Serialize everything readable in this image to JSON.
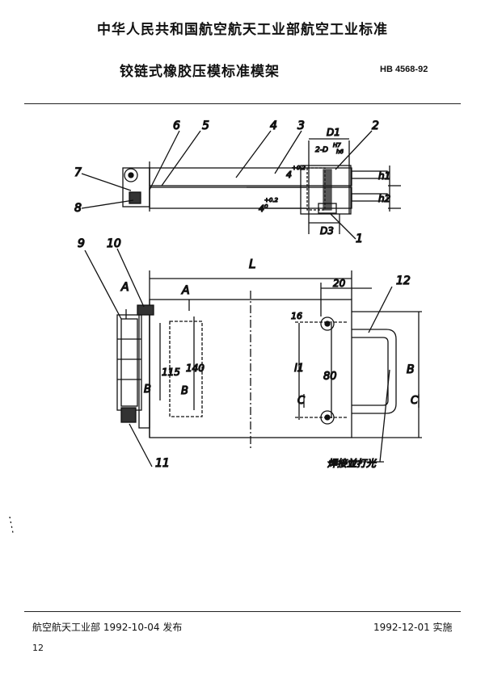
{
  "header": {
    "organization": "中华人民共和国航空航天工业部航空工业标准",
    "title": "铰链式橡胶压模标准模架",
    "code": "HB 4568-92"
  },
  "drawing": {
    "part_numbers": [
      "1",
      "2",
      "3",
      "4",
      "5",
      "6",
      "7",
      "8",
      "9",
      "10",
      "11",
      "12"
    ],
    "labels": {
      "D1": "D1",
      "D3": "D3",
      "h1": "h1",
      "h2": "h2",
      "bore": "2-D",
      "tol_h7": "H7",
      "tol_h6": "h6",
      "dim_4_top": "4",
      "dim_4_bot": "4",
      "tol_plus": "+0.2",
      "tol_zero": "0",
      "L": "L",
      "B": "B",
      "l1": "l1",
      "d20": "20",
      "d16": "16",
      "d80": "80",
      "d115": "115",
      "d140": "140",
      "sec_A1": "A",
      "sec_A2": "A",
      "sec_B1": "B",
      "sec_B2": "B",
      "sec_C1": "C",
      "sec_C2": "C",
      "weld_note": "焊接並打光"
    }
  },
  "footer": {
    "issuer": "航空航天工业部 1992-10-04 发布",
    "implement": "1992-12-01 实施",
    "page": "12"
  }
}
